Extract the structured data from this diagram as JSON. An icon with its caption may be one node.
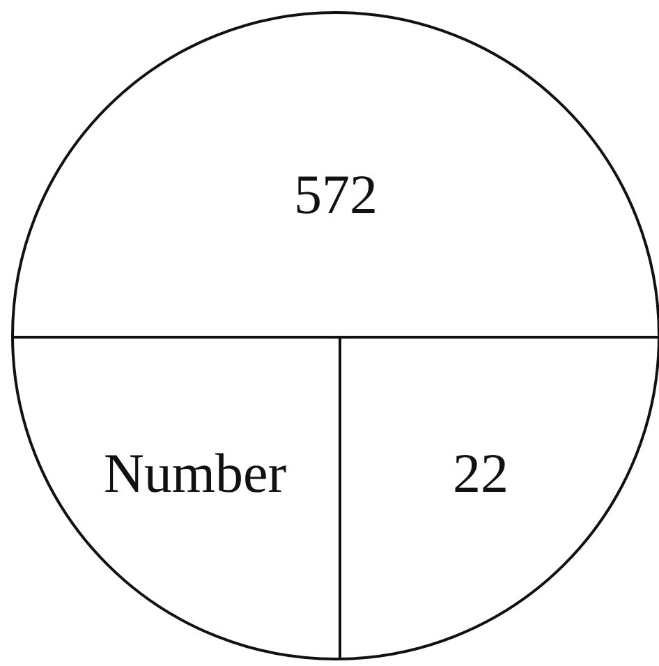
{
  "diagram": {
    "nodes": [
      {
        "text": [],
        "shape": "circle"
      },
      {
        "text": [
          "572"
        ],
        "in": 0
      },
      {
        "text": [
          "Number"
        ],
        "in": 0
      },
      {
        "text": [
          "22"
        ],
        "in": 0
      }
    ]
  }
}
